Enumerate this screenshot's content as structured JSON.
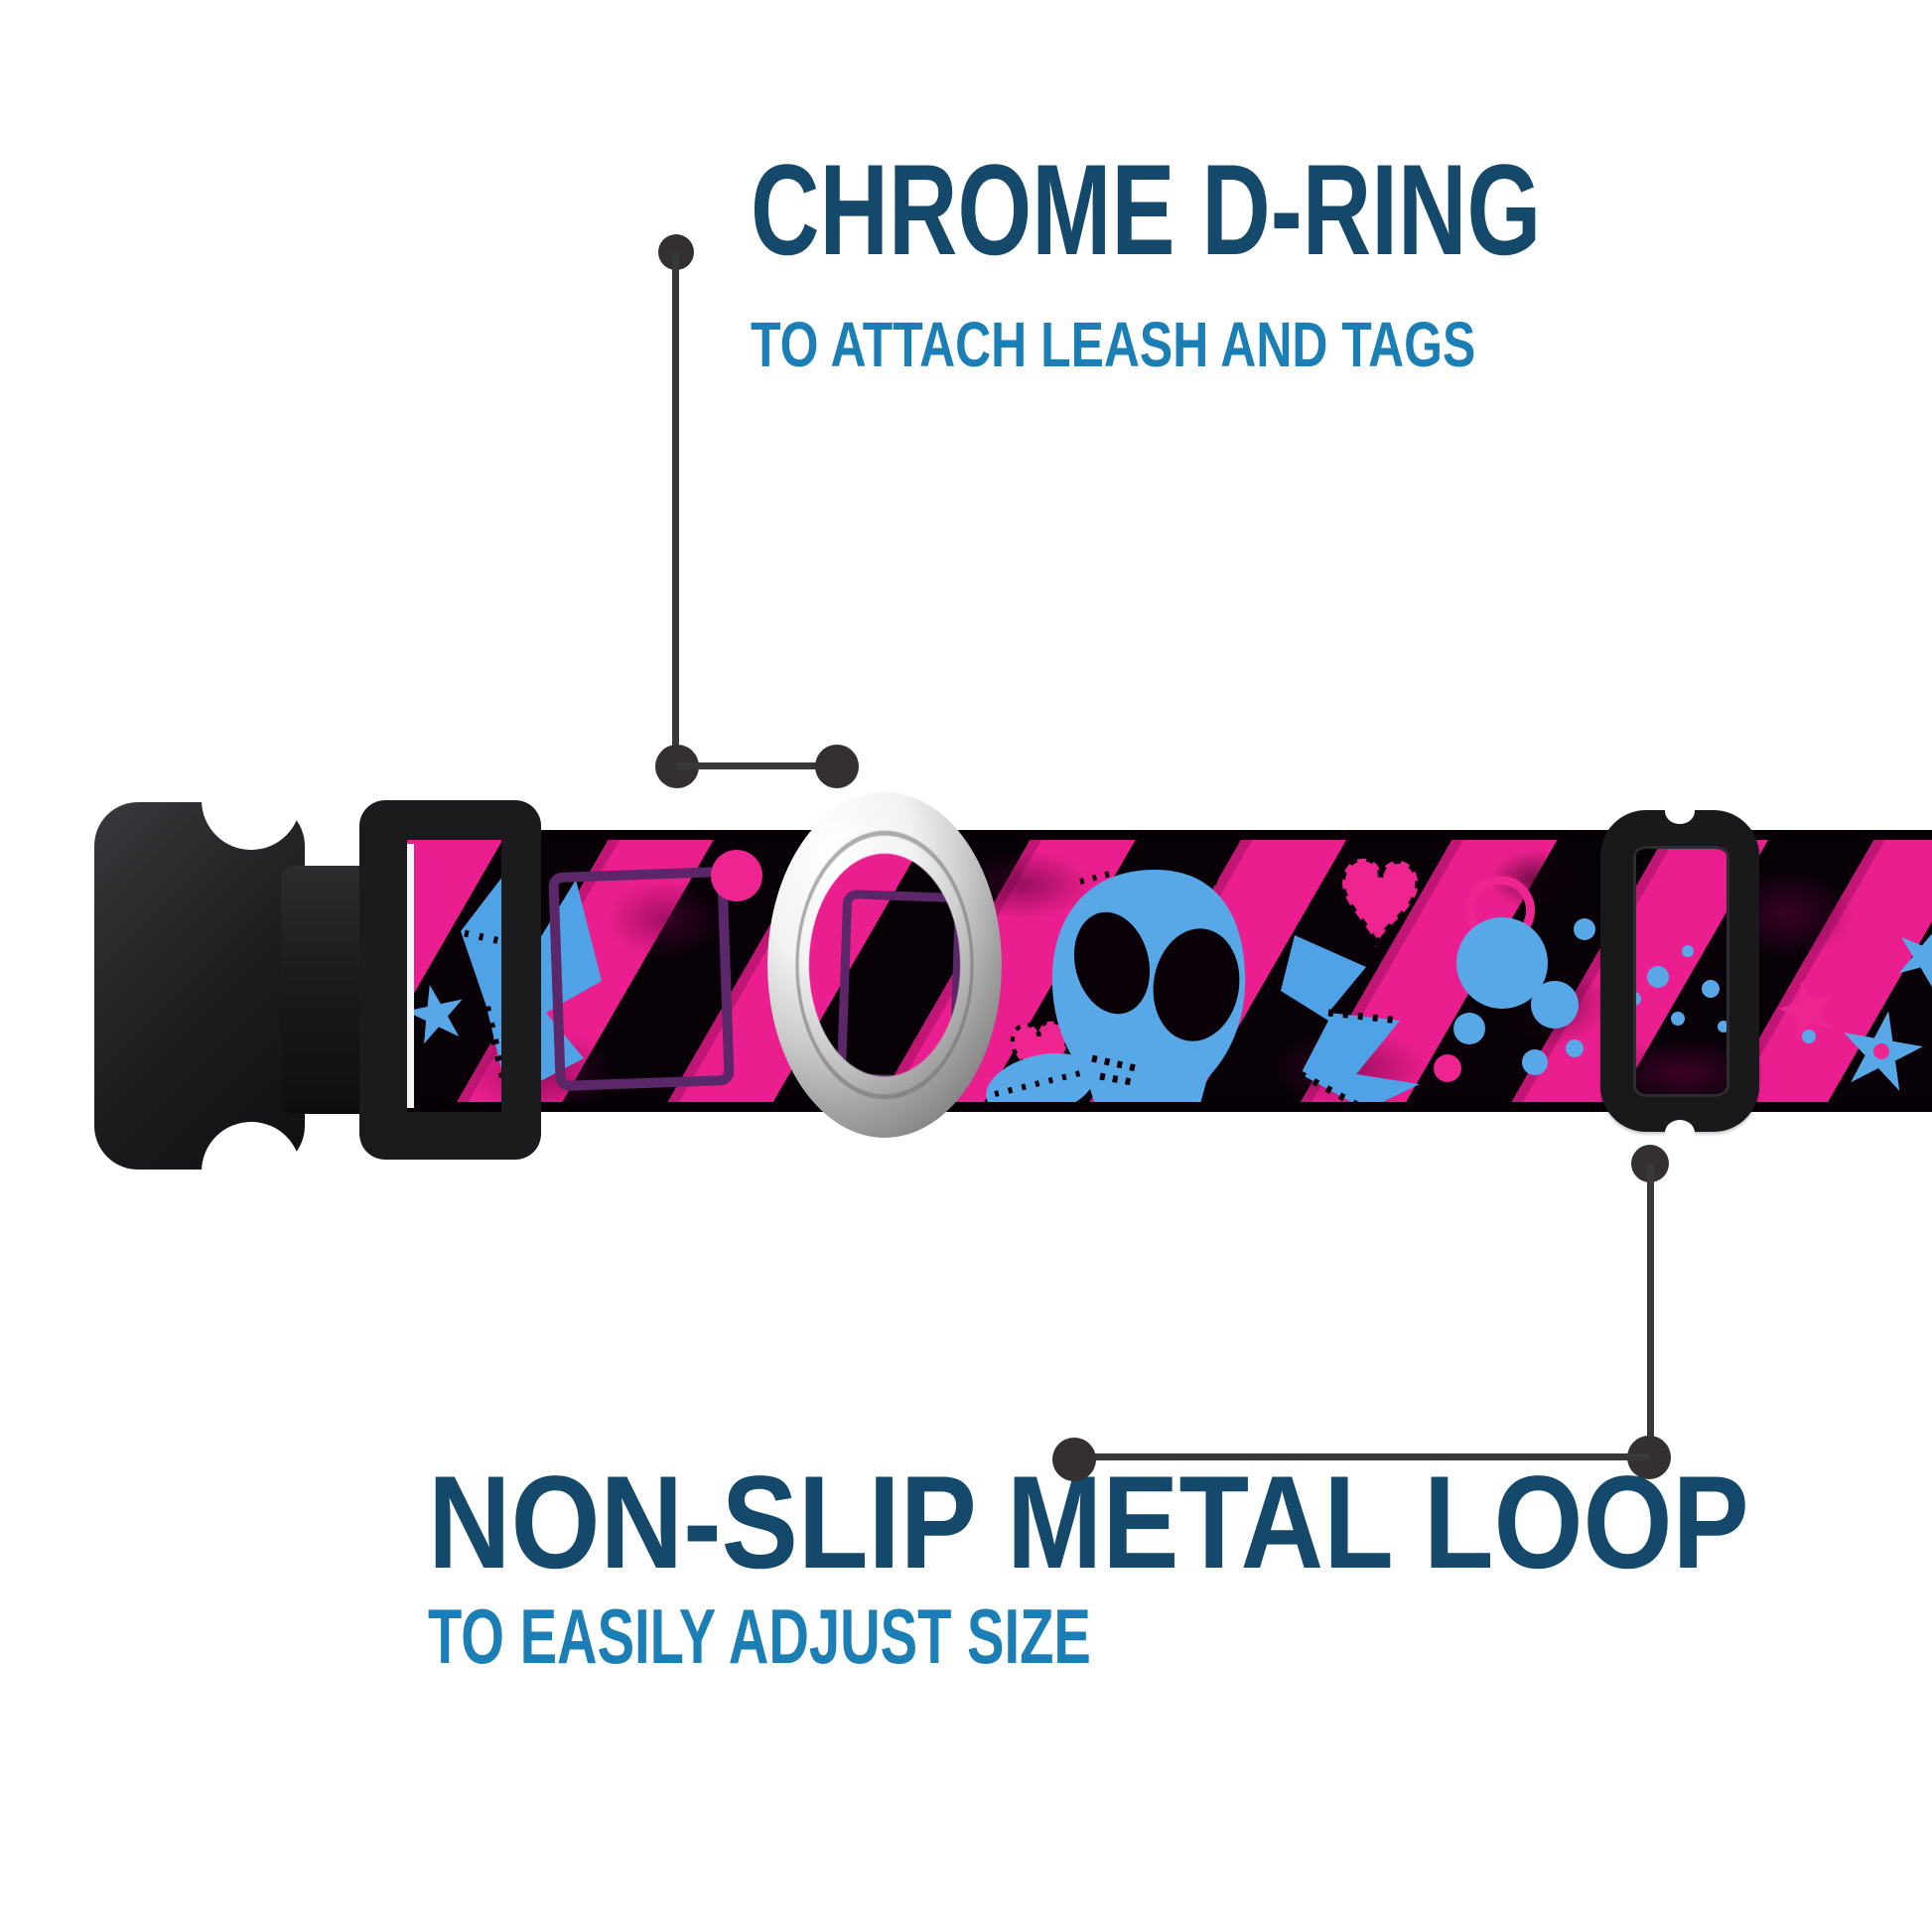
{
  "product_annotation": {
    "top_callout": {
      "title": "CHROME D-RING",
      "subtitle": "TO ATTACH LEASH AND TAGS"
    },
    "bottom_callout": {
      "title": "NON-SLIP METAL LOOP",
      "subtitle": "TO EASILY ADJUST SIZE"
    }
  },
  "colors": {
    "background": "#ffffff",
    "title_navy": "#14496b",
    "subtitle_blue": "#1b7fb5",
    "callout_line": "#383838",
    "webbing_pink": "#ea1e8e",
    "webbing_black": "#080108",
    "motif_blue": "#58a8e8",
    "motif_purple": "#5c2768",
    "plastic_black": "#1b1b1e",
    "chrome_silver": "#cfcfcf"
  },
  "collar_parts": [
    "side-release-buckle",
    "striped-skull-webbing",
    "chrome-d-ring",
    "non-slip-metal-loop"
  ]
}
